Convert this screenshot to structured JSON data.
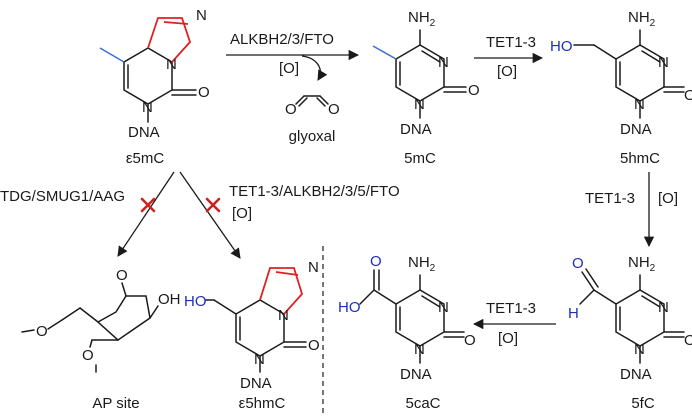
{
  "compounds": {
    "e5mC": "ε5mC",
    "m5C": "5mC",
    "hm5C": "5hmC",
    "f5C": "5fC",
    "ca5C": "5caC",
    "e5hmC": "ε5hmC",
    "ap_site": "AP site",
    "glyoxal": "glyoxal"
  },
  "enzymes": {
    "alkbh_fto": "ALKBH2/3/FTO",
    "tet_top": "TET1-3",
    "tet_right": "TET1-3",
    "tet_bottom": "TET1-3",
    "glycosylases": "TDG/SMUG1/AAG",
    "tet_alkbh_fto": "TET1-3/ALKBH2/3/5/FTO"
  },
  "oxidant": "[O]",
  "atoms": {
    "N": "N",
    "O": "O",
    "NH2": "NH",
    "NH2_sub": "2",
    "DNA": "DNA",
    "HO": "HO",
    "OH": "OH",
    "H": "H"
  },
  "colors": {
    "bond": "#1a1a1a",
    "imidazole_ring": "#e02020",
    "methyl": "#3a6fd0",
    "hetero_blue": "#1f2fb8",
    "blocked_cross": "#d21f1f"
  }
}
